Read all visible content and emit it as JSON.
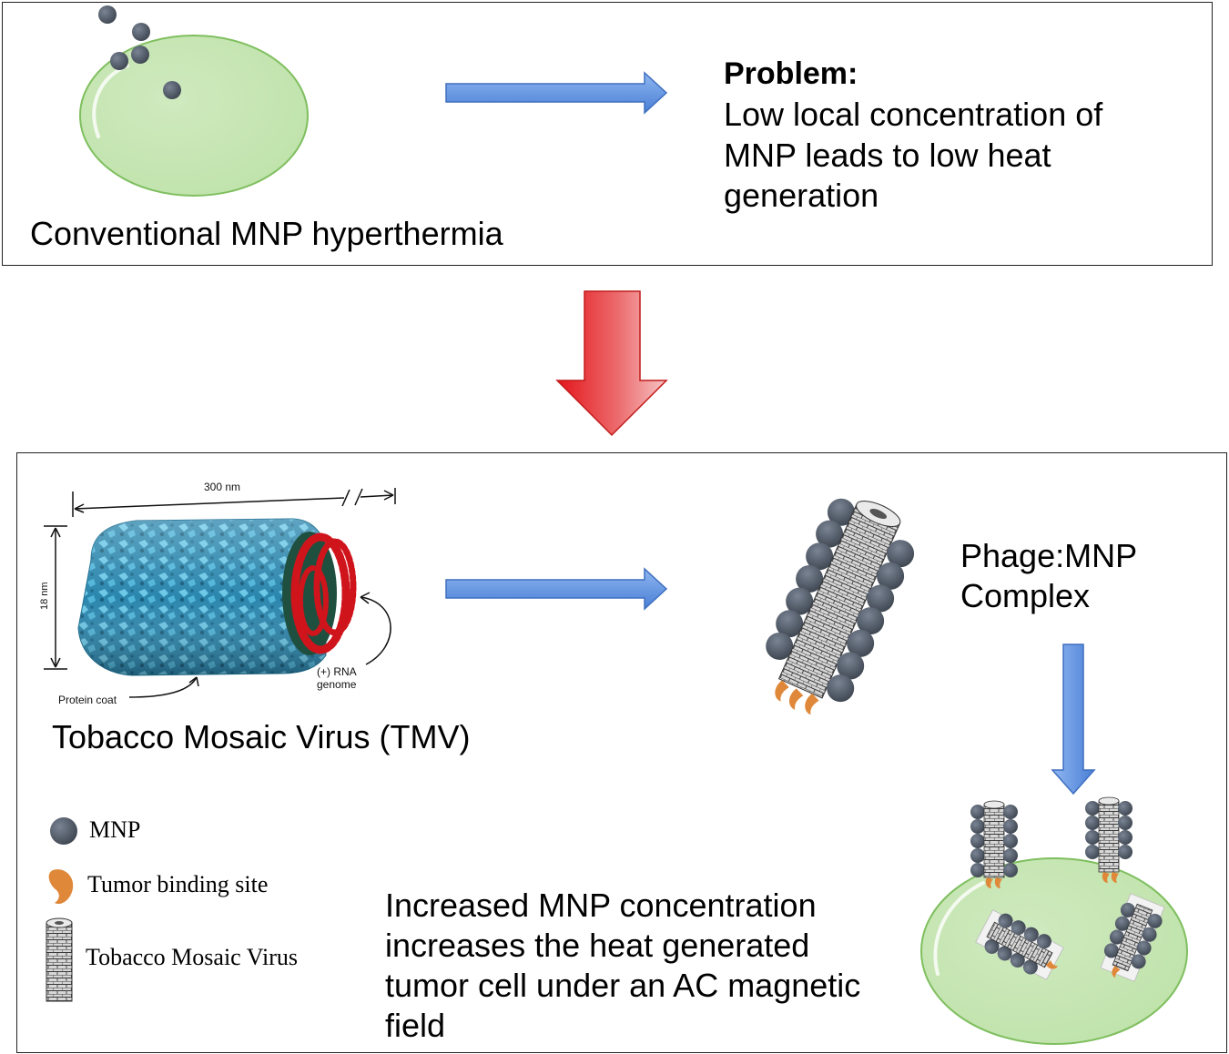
{
  "top_panel": {
    "caption": "Conventional MNP hyperthermia",
    "problem_heading": "Problem:",
    "problem_lines": [
      "Low local concentration of",
      "MNP leads to low heat",
      "generation"
    ]
  },
  "bottom_panel": {
    "tmv_diagram": {
      "length_label": "300 nm",
      "diameter_label": "18 nm",
      "protein_coat_label": "Protein coat",
      "rna_label_line1": "(+) RNA",
      "rna_label_line2": "genome"
    },
    "tmv_caption": "Tobacco Mosaic Virus (TMV)",
    "complex_label_line1": "Phage:MNP",
    "complex_label_line2": "Complex",
    "legend": [
      {
        "icon": "mnp-particle-icon",
        "label": "MNP"
      },
      {
        "icon": "tumor-binding-site-icon",
        "label": "Tumor binding site"
      },
      {
        "icon": "tobacco-mosaic-virus-icon",
        "label": "Tobacco Mosaic Virus"
      }
    ],
    "result_lines": [
      "Increased MNP concentration",
      "increases the heat generated",
      "tumor cell under an AC magnetic",
      "field"
    ]
  },
  "colors": {
    "cell_fill": "#c6e6b4",
    "cell_stroke": "#7fbf5f",
    "mnp": "#4b5563",
    "blue_arrow": "#5b8fe0",
    "red_arrow": "#e31b1b",
    "tumor_binding": "#e0883a",
    "tmv_coat": "#2f8fb3",
    "rna": "#d0141c"
  }
}
